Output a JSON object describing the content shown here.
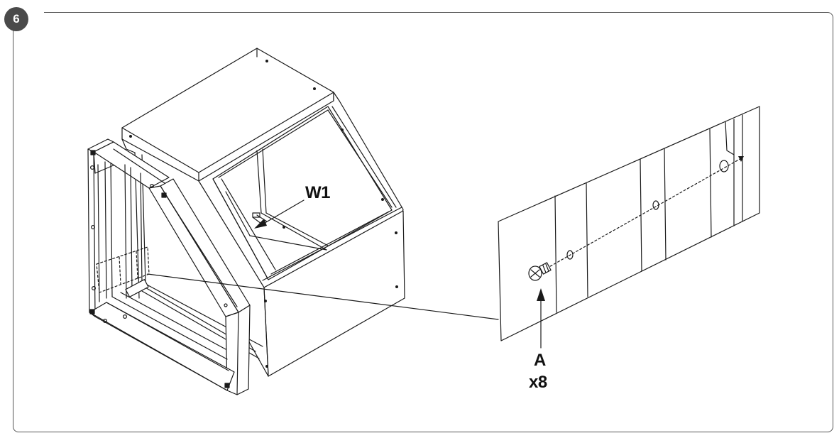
{
  "step": {
    "number": "6"
  },
  "labels": {
    "bracket": "W1",
    "part": "A",
    "quantity": "x8"
  },
  "colors": {
    "line": "#1a1a1a",
    "badge": "#4a4a4a",
    "border": "#555555"
  }
}
